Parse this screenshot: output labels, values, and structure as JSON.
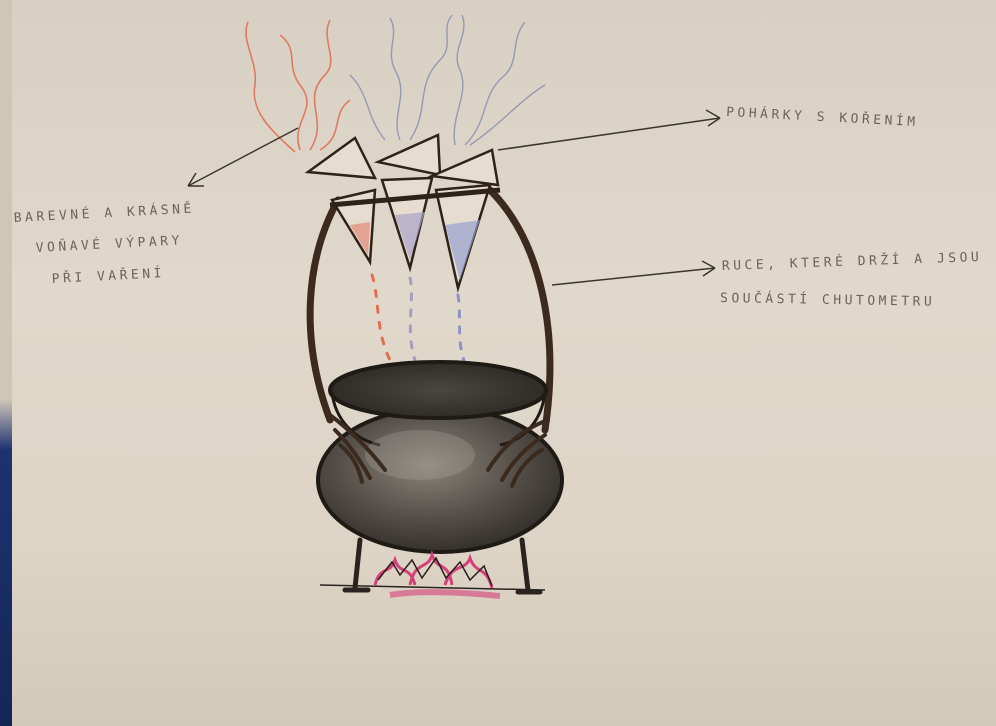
{
  "annotations": {
    "vapors_line1": "BAREVNÉ A KRÁSNĚ",
    "vapors_line2": "VOŇAVÉ VÝPARY",
    "vapors_line3": "PŘI VAŘENÍ",
    "cups": "POHÁRKY S KOŘENÍM",
    "hands_line1": "RUCE, KTERÉ DRŽÍ A JSOU",
    "hands_line2": "SOUČÁSTÍ CHUTOMETRU"
  },
  "colors": {
    "paper": "#ddd4c6",
    "ink": "#3a2a1e",
    "cauldron": "#4a4540",
    "red_vapor": "#e0644a",
    "blue_vapor": "#7c86b0",
    "fire": "#d8407a"
  }
}
